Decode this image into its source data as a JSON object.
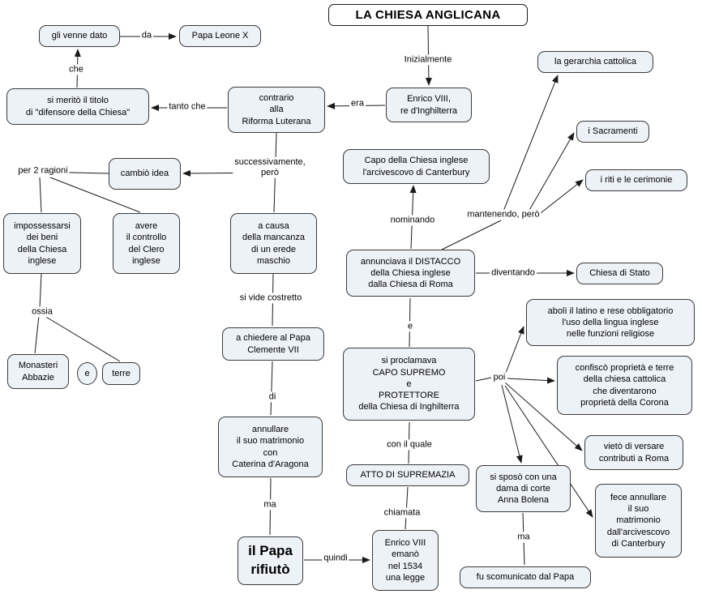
{
  "title": "LA CHIESA ANGLICANA",
  "colors": {
    "node_fill": "#edf2f6",
    "node_border": "#3a3a3c",
    "wire": "#1a1a1a",
    "background": "#ffffff"
  },
  "nodes": {
    "gli_venne_dato": "gli venne dato",
    "papa_leone_x": "Papa Leone X",
    "si_merito": "si meritò il titolo\ndi \"difensore della Chiesa\"",
    "contrario": "contrario\nalla\nRiforma Luterana",
    "enrico_re": "Enrico VIII,\nre d'Inghilterra",
    "gerarchia_cattolica": "la gerarchia cattolica",
    "sacramenti": "i Sacramenti",
    "riti_cerimonie": "i riti e le cerimonie",
    "cambio_idea": "cambiò idea",
    "capo_chiesa": "Capo della Chiesa inglese\nl'arcivescovo di Canterbury",
    "impossessarsi": "impossessarsi\ndei beni\ndella Chiesa\ninglese",
    "avere_controllo": "avere\nil controllo\ndel Clero\ninglese",
    "a_causa": "a causa\ndella mancanza\ndi un erede\nmaschio",
    "annunciava_distacco": "annunciava il DISTACCO\ndella Chiesa inglese\ndalla Chiesa di Roma",
    "chiesa_di_stato": "Chiesa di Stato",
    "aboli_latino": "abolì il latino e rese obbligatorio\nl'uso della lingua inglese\nnelle funzioni religiose",
    "monasteri": "Monasteri\nAbbazie",
    "e_connector": "e",
    "terre": "terre",
    "chiedere_papa": "a chiedere al Papa\nClemente VII",
    "proclamava": "si proclamava\nCAPO SUPREMO\ne\nPROTETTORE\ndella Chiesa di Inghilterra",
    "confisco": "confiscò proprietà e terre\ndella chiesa cattolica\nche diventarono\nproprietà della Corona",
    "vieto_contributi": "vietò di versare\ncontributi a Roma",
    "annullare_matrimonio": "annullare\nil suo matrimonio\ncon\nCaterina d'Aragona",
    "atto_supremazia": "ATTO DI SUPREMAZIA",
    "sposo_anna": "si sposò con una\ndama di corte\nAnna Bolena",
    "fece_annullare": "fece annullare\nil suo\nmatrimonio\ndall'arcivescovo\ndi Canterbury",
    "papa_rifiuto": "il Papa\nrifiutò",
    "enrico_emano": "Enrico VIII\nemanò\nnel 1534\nuna legge",
    "scomunicato": "fu scomunicato dal Papa"
  },
  "link_labels": {
    "da": "da",
    "che": "che",
    "inizialmente": "Inizialmente",
    "era": "era",
    "tanto_che": "tanto che",
    "per_2_ragioni": "per 2 ragioni",
    "successivamente": "successivamente,\nperò",
    "nominando": "nominando",
    "mantenendo": "mantenendo, però",
    "ossia": "ossia",
    "si_vide_costretto": "si vide costretto",
    "diventando": "diventando",
    "e": "e",
    "poi": "poi",
    "di": "di",
    "con_il_quale": "con il quale",
    "ma_1": "ma",
    "chiamata": "chiamata",
    "quindi": "quindi",
    "ma_2": "ma"
  }
}
